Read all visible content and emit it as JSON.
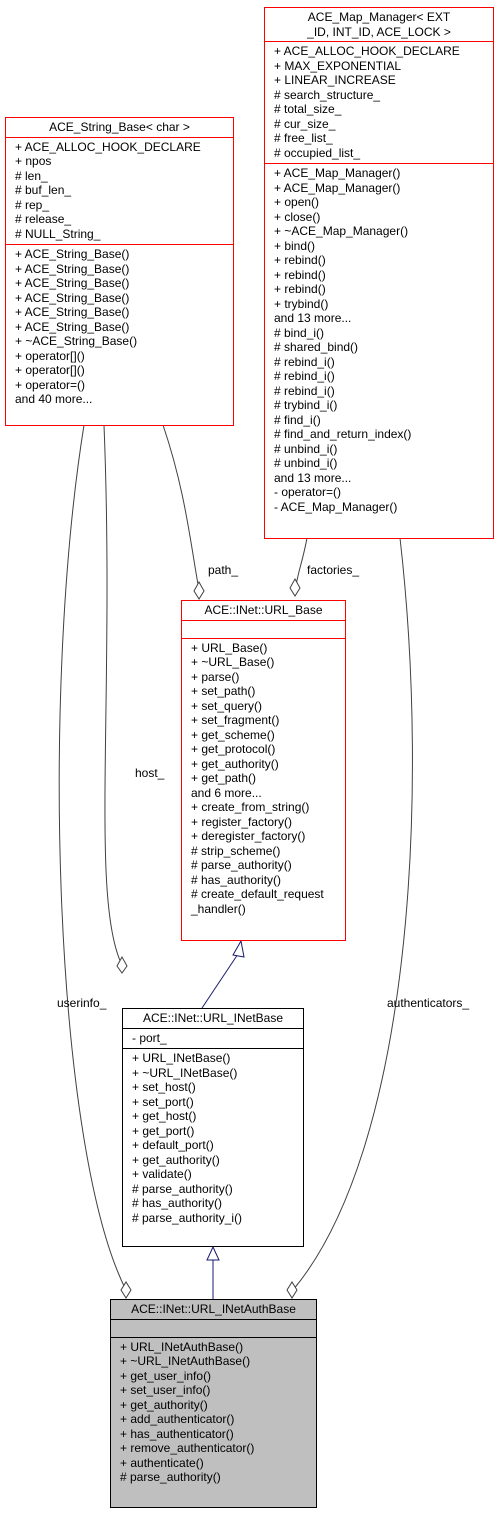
{
  "string_base": {
    "title": "ACE_String_Base< char >",
    "attributes": [
      "+ ACE_ALLOC_HOOK_DECLARE",
      "+ npos",
      "# len_",
      "# buf_len_",
      "# rep_",
      "# release_",
      "# NULL_String_"
    ],
    "methods": [
      "+ ACE_String_Base()",
      "+ ACE_String_Base()",
      "+ ACE_String_Base()",
      "+ ACE_String_Base()",
      "+ ACE_String_Base()",
      "+ ACE_String_Base()",
      "+ ~ACE_String_Base()",
      "+ operator[]()",
      "+ operator[]()",
      "+ operator=()",
      "and 40 more..."
    ]
  },
  "map_manager": {
    "title": "ACE_Map_Manager< EXT\n_ID, INT_ID, ACE_LOCK >",
    "attributes": [
      "+ ACE_ALLOC_HOOK_DECLARE",
      "+ MAX_EXPONENTIAL",
      "+ LINEAR_INCREASE",
      "# search_structure_",
      "# total_size_",
      "# cur_size_",
      "# free_list_",
      "# occupied_list_"
    ],
    "methods": [
      "+ ACE_Map_Manager()",
      "+ ACE_Map_Manager()",
      "+ open()",
      "+ close()",
      "+ ~ACE_Map_Manager()",
      "+ bind()",
      "+ rebind()",
      "+ rebind()",
      "+ rebind()",
      "+ trybind()",
      "and 13 more...",
      "# bind_i()",
      "# shared_bind()",
      "# rebind_i()",
      "# rebind_i()",
      "# rebind_i()",
      "# trybind_i()",
      "# find_i()",
      "# find_and_return_index()",
      "# unbind_i()",
      "# unbind_i()",
      "and 13 more...",
      "- operator=()",
      "- ACE_Map_Manager()"
    ]
  },
  "url_base": {
    "title": "ACE::INet::URL_Base",
    "attributes": [],
    "methods": [
      "+ URL_Base()",
      "+ ~URL_Base()",
      "+ parse()",
      "+ set_path()",
      "+ set_query()",
      "+ set_fragment()",
      "+ get_scheme()",
      "+ get_protocol()",
      "+ get_authority()",
      "+ get_path()",
      "and 6 more...",
      "+ create_from_string()",
      "+ register_factory()",
      "+ deregister_factory()",
      "# strip_scheme()",
      "# parse_authority()",
      "# has_authority()",
      "# create_default_request",
      "_handler()"
    ]
  },
  "url_inetbase": {
    "title": "ACE::INet::URL_INetBase",
    "attributes": [
      "- port_"
    ],
    "methods": [
      "+ URL_INetBase()",
      "+ ~URL_INetBase()",
      "+ set_host()",
      "+ set_port()",
      "+ get_host()",
      "+ get_port()",
      "+ default_port()",
      "+ get_authority()",
      "+ validate()",
      "# parse_authority()",
      "# has_authority()",
      "# parse_authority_i()"
    ]
  },
  "url_inetauthbase": {
    "title": "ACE::INet::URL_INetAuthBase",
    "attributes": [],
    "methods": [
      "+ URL_INetAuthBase()",
      "+ ~URL_INetAuthBase()",
      "+ get_user_info()",
      "+ set_user_info()",
      "+ get_authority()",
      "+ add_authenticator()",
      "+ has_authenticator()",
      "+ remove_authenticator()",
      "+ authenticate()",
      "# parse_authority()"
    ]
  },
  "edge_labels": {
    "path": "path_",
    "factories": "factories_",
    "host": "host_",
    "userinfo": "userinfo_",
    "authenticators": "authenticators_"
  },
  "colors": {
    "template_border": "#ff0000",
    "current_fill": "#bfbfbf",
    "inheritance": "#191970",
    "association": "#404040"
  }
}
